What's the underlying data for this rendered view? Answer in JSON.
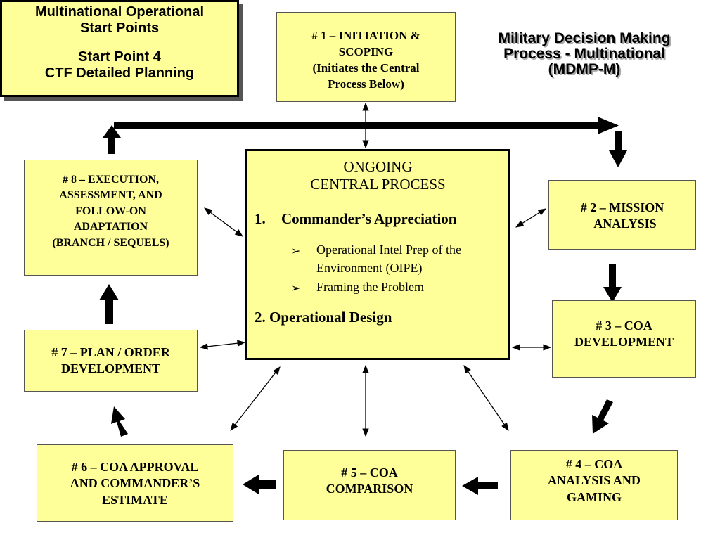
{
  "start_box": {
    "line1": "Multinational Operational",
    "line2": "Start Points",
    "line3": "Start Point 4",
    "line4": "CTF Detailed Planning"
  },
  "title": {
    "line1": "Military Decision Making",
    "line2": "Process - Multinational",
    "line3": "(MDMP-M)"
  },
  "step1": {
    "line1": "# 1 – INITIATION  &",
    "line2": "SCOPING",
    "line3": "(Initiates the Central",
    "line4": "Process Below)"
  },
  "central": {
    "title1": "ONGOING",
    "title2": "CENTRAL PROCESS",
    "item1_number": "1.",
    "item1_label": "Commander’s Appreciation",
    "bullets": [
      "Operational Intel Prep of the",
      "Environment (OIPE)",
      "Framing the Problem"
    ],
    "item2_label": "2. Operational Design"
  },
  "step2": {
    "line1": "# 2 – MISSION",
    "line2": "ANALYSIS"
  },
  "step3": {
    "line1": "# 3 – COA",
    "line2": "DEVELOPMENT"
  },
  "step4": {
    "line1": "# 4 – COA",
    "line2": "ANALYSIS AND",
    "line3": "GAMING"
  },
  "step5": {
    "line1": "# 5 – COA",
    "line2": "COMPARISON"
  },
  "step6": {
    "line1": "# 6 – COA APPROVAL",
    "line2": "AND COMMANDER’S",
    "line3": "ESTIMATE"
  },
  "step7": {
    "line1": "# 7 – PLAN / ORDER",
    "line2": "DEVELOPMENT"
  },
  "step8": {
    "line1": "# 8 – EXECUTION,",
    "line2": "ASSESSMENT, AND",
    "line3": "FOLLOW-ON",
    "line4": "ADAPTATION",
    "line5": "(BRANCH / SEQUELS)"
  },
  "colors": {
    "box_fill": "#ffff99",
    "border": "#000000",
    "arrow": "#000000"
  },
  "icons": {
    "bullet": "arrowhead-bullet-icon"
  }
}
